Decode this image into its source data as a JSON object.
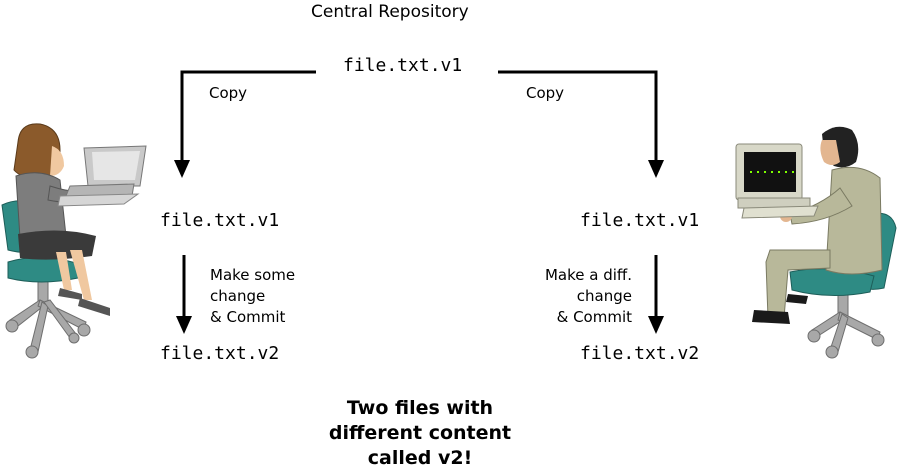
{
  "title": "Central Repository",
  "repository_file": "file.txt.v1",
  "left": {
    "copy_label": "Copy",
    "file_v1": "file.txt.v1",
    "change_lines": [
      "Make some",
      "change",
      "& Commit"
    ],
    "file_v2": "file.txt.v2",
    "person_icon": "woman-at-laptop-icon"
  },
  "right": {
    "copy_label": "Copy",
    "file_v1": "file.txt.v1",
    "change_lines": [
      "Make a diff.",
      "change",
      "& Commit"
    ],
    "file_v2": "file.txt.v2",
    "person_icon": "man-at-computer-icon"
  },
  "conclusion_lines": [
    "Two files with",
    "different content",
    "called v2!"
  ],
  "colors": {
    "chair": "#2e8b84",
    "chair_metal": "#a8a8a8",
    "woman_hair": "#8b5a2b",
    "woman_clothes": "#7d7d7d",
    "man_suit": "#b8b89a",
    "screen": "#111111",
    "screen_dots": "#7fff00",
    "computer": "#d8d8c8"
  }
}
